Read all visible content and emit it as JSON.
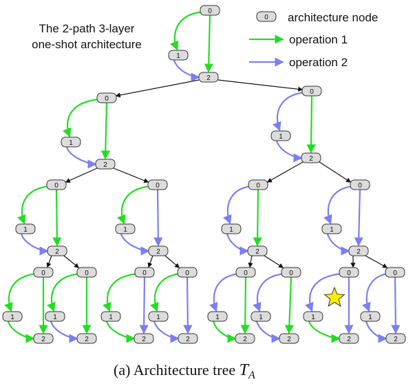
{
  "title": {
    "line1": "The 2-path 3-layer",
    "line2": "one-shot architecture"
  },
  "legend": {
    "node_sample": "0",
    "node_label": "architecture node",
    "op1_label": "operation 1",
    "op2_label": "operation 2"
  },
  "colors": {
    "op1": "#22dd22",
    "op2": "#7b7ff0",
    "tree_edge": "#111111",
    "node_fill": "#dcdcdc",
    "node_stroke": "#333333",
    "star": "#ffee00"
  },
  "node_labels": [
    "0",
    "1",
    "2"
  ],
  "tree": {
    "root": {
      "op_ab": 1,
      "op_ac": 1,
      "op_bc": 2
    },
    "level1": [
      {
        "op_ab": 1,
        "op_ac": 1,
        "op_bc": 2
      },
      {
        "op_ab": 2,
        "op_ac": 1,
        "op_bc": 2
      }
    ],
    "level2": [
      {
        "op_ab": 1,
        "op_ac": 1,
        "op_bc": 2
      },
      {
        "op_ab": 1,
        "op_ac": 2,
        "op_bc": 2
      },
      {
        "op_ab": 2,
        "op_ac": 1,
        "op_bc": 2
      },
      {
        "op_ab": 2,
        "op_ac": 2,
        "op_bc": 2
      }
    ],
    "leaves": [
      {
        "op_ab": 1,
        "op_ac": 1,
        "op_bc": 1
      },
      {
        "op_ab": 1,
        "op_ac": 1,
        "op_bc": 2
      },
      {
        "op_ab": 1,
        "op_ac": 2,
        "op_bc": 1
      },
      {
        "op_ab": 1,
        "op_ac": 2,
        "op_bc": 2
      },
      {
        "op_ab": 2,
        "op_ac": 1,
        "op_bc": 1
      },
      {
        "op_ab": 2,
        "op_ac": 1,
        "op_bc": 2
      },
      {
        "op_ab": 2,
        "op_ac": 2,
        "op_bc": 1
      },
      {
        "op_ab": 2,
        "op_ac": 2,
        "op_bc": 2
      }
    ],
    "starred_leaf": 6
  },
  "caption": {
    "text": "(a) Architecture tree ",
    "symbol": "T",
    "subscript": "A"
  }
}
